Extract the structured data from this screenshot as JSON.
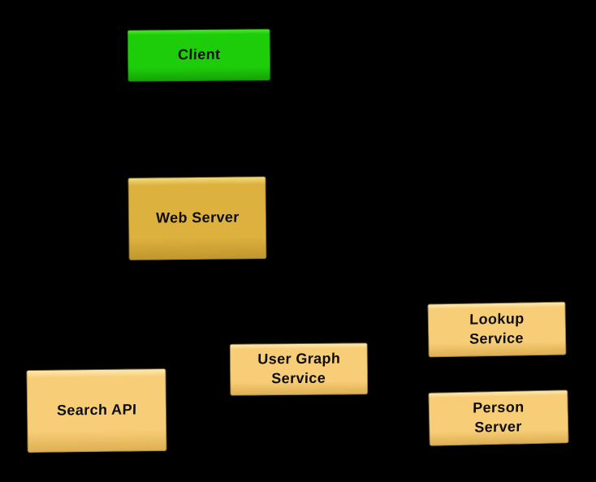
{
  "diagram": {
    "background_color": "#000000",
    "text_color": "#0d0d0d",
    "nodes": [
      {
        "id": "client",
        "label": "Client",
        "fill": "#1ECD0A",
        "highlight": "#4CE72B",
        "shade": "#14A306"
      },
      {
        "id": "web-server",
        "label": "Web Server",
        "fill": "#DCB13E",
        "highlight": "#F2DE7B",
        "shade": "#C1972E"
      },
      {
        "id": "search-api",
        "label": "Search API",
        "fill": "#F7CE77",
        "highlight": "#FCEAB4",
        "shade": "#DFAF52"
      },
      {
        "id": "user-graph-service",
        "label": "User Graph\nService",
        "fill": "#F7CE77",
        "highlight": "#FCEAB4",
        "shade": "#DFAF52"
      },
      {
        "id": "lookup-service",
        "label": "Lookup\nService",
        "fill": "#F7CE77",
        "highlight": "#FCEAB4",
        "shade": "#DFAF52"
      },
      {
        "id": "person-server",
        "label": "Person\nServer",
        "fill": "#F7CE77",
        "highlight": "#FCEAB4",
        "shade": "#DFAF52"
      }
    ]
  }
}
